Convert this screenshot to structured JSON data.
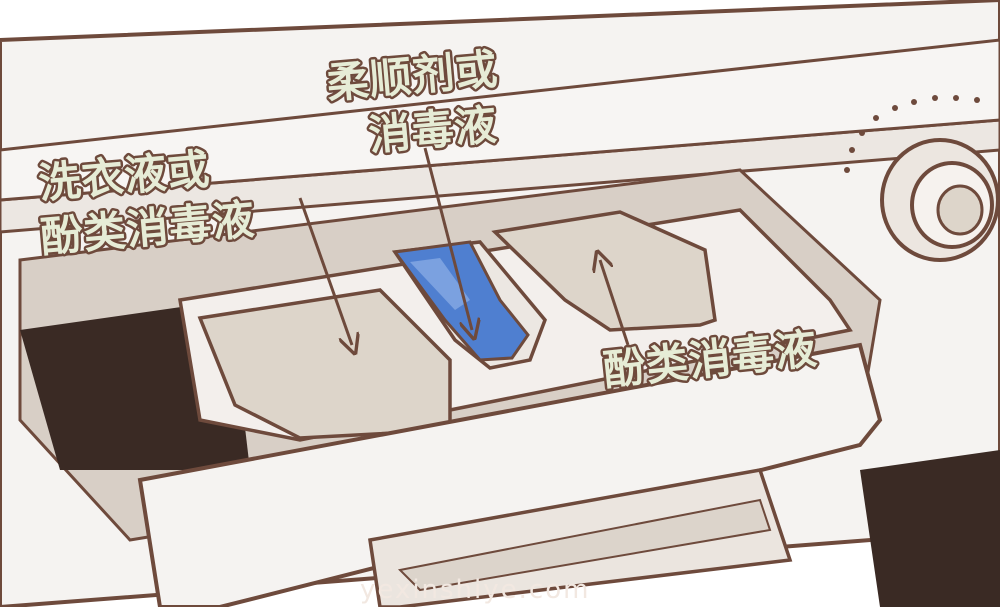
{
  "labels": {
    "main_wash_line1": "洗衣液或",
    "main_wash_line2": "酚类消毒液",
    "softener_line1": "柔顺剂或",
    "softener_line2": "消毒液",
    "prewash": "酚类消毒液"
  },
  "watermark": "yexinshiye.com",
  "colors": {
    "outline": "#6e4a3c",
    "panel": "#f5f3f1",
    "compartment": "#ddd5ca",
    "liquid": "#4f7fd0",
    "label_fill": "#e6ecd6"
  }
}
